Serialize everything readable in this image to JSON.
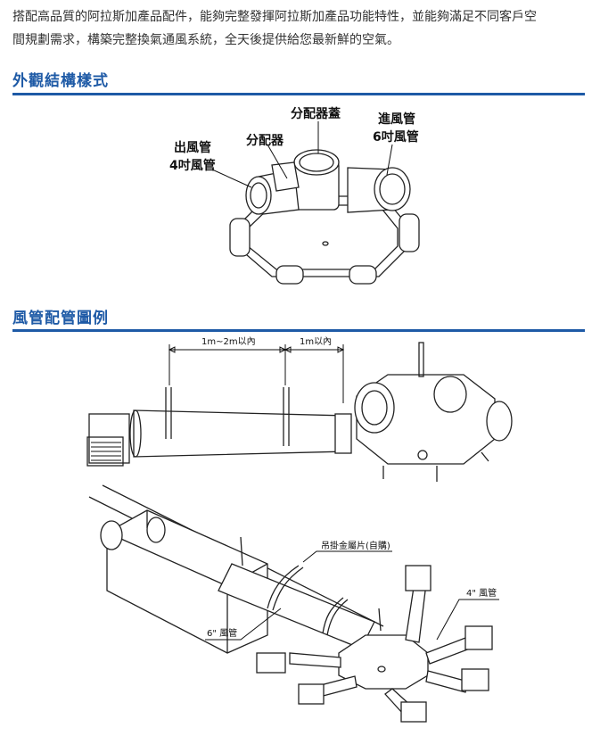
{
  "intro": {
    "line1": "搭配高品質的阿拉斯加產品配件，能夠完整發揮阿拉斯加產品功能特性，並能夠滿足不同客戶空",
    "line2": "間規劃需求，構築完整換氣通風系統，全天後提供給您最新鮮的空氣。"
  },
  "section1": {
    "title": "外觀結構樣式",
    "labels": {
      "outlet_duct": "出風管",
      "outlet_size": "4吋風管",
      "distributor": "分配器",
      "distributor_cover": "分配器蓋",
      "inlet_duct": "進風管",
      "inlet_size": "6吋風管"
    }
  },
  "section2": {
    "title": "風管配管圖例",
    "labels": {
      "dim1": "1m~2m以內",
      "dim2": "1m以內",
      "hanger": "吊掛金屬片(自購)",
      "duct4": "4\" 風管",
      "duct6": "6\" 風管"
    }
  },
  "colors": {
    "accent": "#1e5aa6",
    "text": "#333333"
  }
}
